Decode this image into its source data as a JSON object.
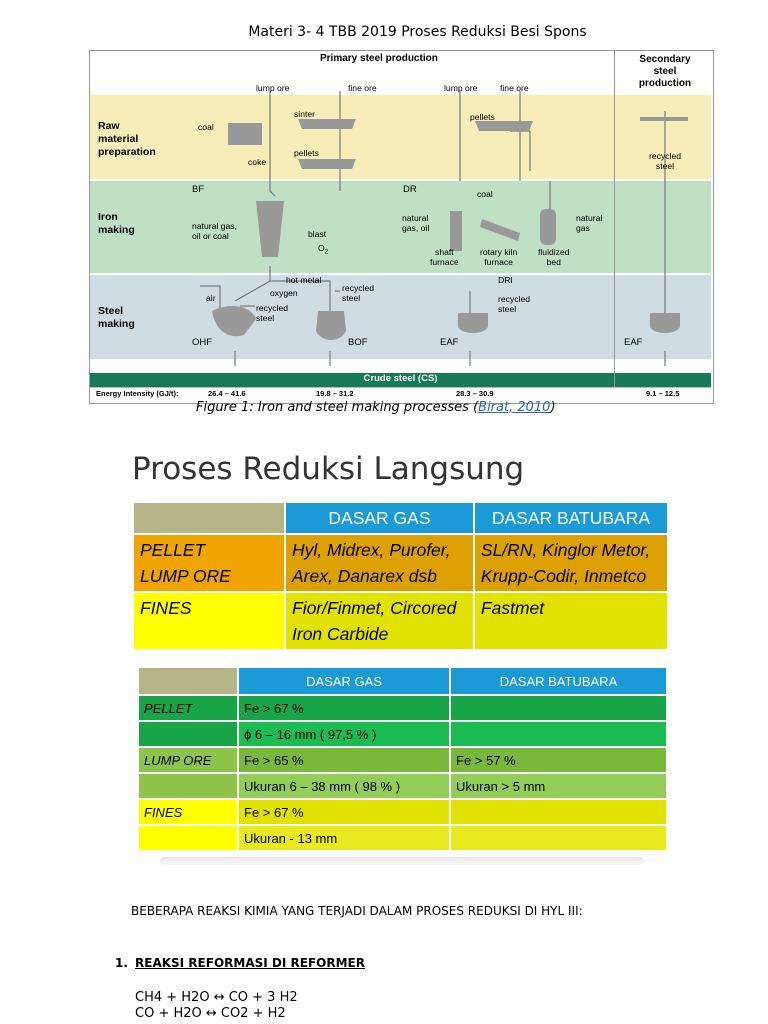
{
  "header": {
    "title": "Materi 3- 4 TBB 2019  Proses Reduksi Besi Spons"
  },
  "diagram": {
    "primary_title": "Primary steel production",
    "secondary_title": [
      "Secondary",
      "steel",
      "production"
    ],
    "rows": {
      "raw": [
        "Raw",
        "material",
        "preparation"
      ],
      "iron": [
        "Iron",
        "making"
      ],
      "steel": [
        "Steel",
        "making"
      ]
    },
    "labels": {
      "lump_ore_1": "lump ore",
      "fine_ore_1": "fine ore",
      "lump_ore_2": "lump ore",
      "fine_ore_2": "fine ore",
      "coal": "coal",
      "sinter": "sinter",
      "coke": "coke",
      "pellets": "pellets",
      "pellets_dr": "pellets",
      "recycled_steel_top": [
        "recycled",
        "steel"
      ],
      "bf": "BF",
      "dr": "DR",
      "coal_dr": "coal",
      "natural_gas_bf": [
        "natural gas,",
        "oil or coal"
      ],
      "blast": "blast",
      "o2": "O",
      "natural_gas_dr": [
        "natural",
        "gas, oil"
      ],
      "natural_gas_fb": [
        "natural",
        "gas"
      ],
      "shaft": [
        "shaft",
        "furnace"
      ],
      "rotary": [
        "rotary kiln",
        "furnace"
      ],
      "fluidized": [
        "fluidized",
        "bed"
      ],
      "hot_metal": "hot metal",
      "oxygen": "oxygen",
      "recycled_bof": [
        "recycled",
        "steel"
      ],
      "air": "air",
      "recycled_ohf": [
        "recycled",
        "steel"
      ],
      "dri": "DRI",
      "recycled_eaf": [
        "recycled",
        "steel"
      ],
      "ohf": "OHF",
      "bof": "BOF",
      "eaf1": "EAF",
      "eaf2": "EAF"
    },
    "crude_steel": "Crude steel (CS)",
    "energy_label": "Energy Intensity (GJ/t):",
    "energy_values": [
      "26.4 – 41.6",
      "19.8 – 31.2",
      "28.3 – 30.9",
      "9.1 – 12.5"
    ],
    "colors": {
      "raw": "#f7edb9",
      "iron": "#bfe0c4",
      "steel": "#cfdce3",
      "crude": "#177a56"
    }
  },
  "caption": {
    "text": "Figure 1:  Iron and steel making processes (",
    "link": "Birat, 2010",
    "close": ")"
  },
  "section_title": "Proses Reduksi Langsung",
  "table1": {
    "headers": [
      "",
      "DASAR  GAS",
      "DASAR  BATUBARA"
    ],
    "rows": [
      {
        "label": [
          "PELLET",
          "LUMP ORE"
        ],
        "gas": [
          "Hyl, Midrex, Purofer,",
          "Arex, Danarex dsb"
        ],
        "coal": [
          "SL/RN, Kinglor Metor,",
          "Krupp-Codir, Inmetco"
        ]
      },
      {
        "label": [
          "FINES"
        ],
        "gas": [
          "Fior/Finmet, Circored",
          "Iron Carbide"
        ],
        "coal": [
          "Fastmet"
        ]
      }
    ],
    "colors": {
      "blue": "#1a9ad6",
      "olive": "#b5b58a",
      "orange": "#f0a400",
      "orange2": "#dca000",
      "yellow": "#ffff00",
      "yellow2": "#e2e200"
    }
  },
  "table2": {
    "headers": [
      "",
      "DASAR  GAS",
      "DASAR  BATUBARA"
    ],
    "rows": [
      {
        "label": "PELLET",
        "gas": "Fe > 67 %",
        "coal": ""
      },
      {
        "label": "",
        "gas": "ϕ 6 – 16  mm ( 97,5 % )",
        "coal": ""
      },
      {
        "label": "LUMP ORE",
        "gas": "Fe > 65 %",
        "coal": "Fe > 57 %"
      },
      {
        "label": "",
        "gas": "Ukuran  6 – 38 mm ( 98 % )",
        "coal": "Ukuran  > 5 mm"
      },
      {
        "label": "FINES",
        "gas": "Fe > 67 %",
        "coal": ""
      },
      {
        "label": "",
        "gas": "Ukuran  - 13 mm",
        "coal": ""
      }
    ]
  },
  "body": {
    "intro": "BEBERAPA REAKSI KIMIA YANG TERJADI  DALAM PROSES REDUKSI DI HYL III:",
    "item1_num": "1.",
    "item1": "REAKSI REFORMASI DI REFORMER",
    "eq1": "CH4 + H2O ↔ CO + 3 H2",
    "eq2": "CO  + H2O ↔ CO2 + H2"
  }
}
